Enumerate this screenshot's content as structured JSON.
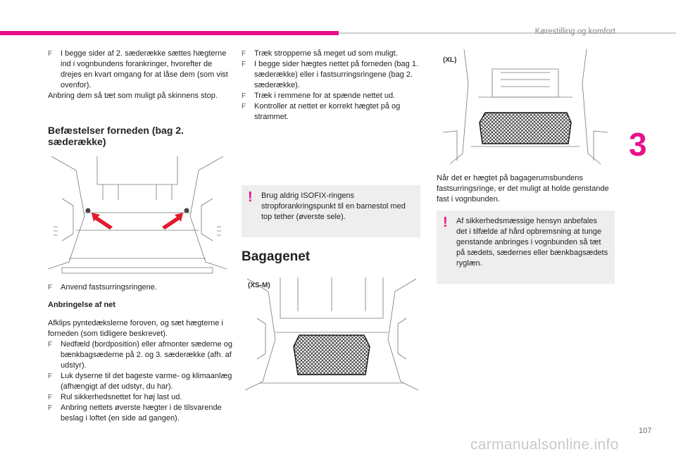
{
  "header": {
    "section_title": "Kørestilling og komfort",
    "chapter_number": "3",
    "page_number": "107"
  },
  "watermark": "carmanualsonline.info",
  "col1": {
    "intro_bullet": "I begge sider af 2. sæderække sættes hægterne ind i vognbundens forankringer, hvorefter de drejes en kvart omgang for at låse dem (som vist ovenfor).",
    "intro_text": "Anbring dem så tæt som muligt på skinnens stop.",
    "heading_1": "Befæstelser forneden (bag 2. sæderække)",
    "bullet_fastening": "Anvend fastsurringsringene.",
    "heading_2": "Anbringelse af net",
    "paragraph": "Afklips pyntedækslerne foroven, og sæt hægterne i forneden (som tidligere beskrevet).",
    "bullets": [
      "Nedfæld (bordposition) eller afmonter sæderne og bænkbagsæderne på 2. og 3. sæderække (afh. af udstyr).",
      "Luk dyserne til det bageste varme- og klimaanlæg (afhængigt af det udstyr, du har).",
      "Rul sikkerhedsnettet for høj last ud.",
      "Anbring nettets øverste hægter i de tilsvarende beslag i loftet (en side ad gangen)."
    ]
  },
  "col2": {
    "bullets": [
      "Træk stropperne så meget ud som muligt.",
      "I begge sider hægtes nettet på forneden (bag 1. sæderække) eller i fastsurringsringene (bag 2. sæderække).",
      "Træk i remmene for at spænde nettet ud.",
      "Kontroller at nettet er korrekt hægtet på og strammet."
    ],
    "warning": "Brug aldrig ISOFIX-ringens stropforankringspunkt til en barnestol med top tether (øverste sele).",
    "heading": "Bagagenet",
    "figure_label": "(XS-M)"
  },
  "col3": {
    "figure_label": "(XL)",
    "paragraph": "Når det er hægtet på bagagerumsbundens fastsurringsringe, er det muligt at holde genstande fast i vognbunden.",
    "warning": "Af sikkerhedsmæssige hensyn anbefales det i tilfælde af hård opbremsning at tunge genstande anbringes i vognbunden så tæt på sædets, sædernes eller bænkbagsædets ryglæn."
  },
  "colors": {
    "accent": "#e8118a",
    "warning_bg": "#eeeeee",
    "rule_gray": "#cfcfcf"
  }
}
